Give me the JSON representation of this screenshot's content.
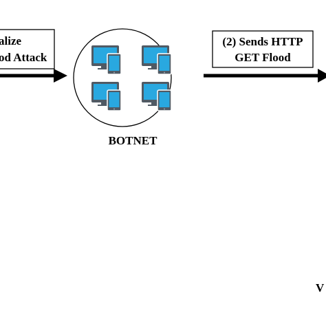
{
  "diagram": {
    "step1_box": {
      "line1": "alize",
      "line2": "od Attack"
    },
    "step2_box": {
      "line1": "(2) Sends HTTP",
      "line2": "GET Flood"
    },
    "botnet_label": "BOTNET",
    "edge_label": "V",
    "device_icons": [
      "monitor-icon",
      "tablet-icon",
      "monitor-icon",
      "tablet-icon",
      "monitor-icon",
      "tablet-icon",
      "monitor-icon",
      "tablet-icon"
    ],
    "colors": {
      "screen": "#29a8e0",
      "device_body": "#505a64",
      "arrow": "#000000",
      "stroke": "#000000",
      "background": "#ffffff"
    }
  }
}
